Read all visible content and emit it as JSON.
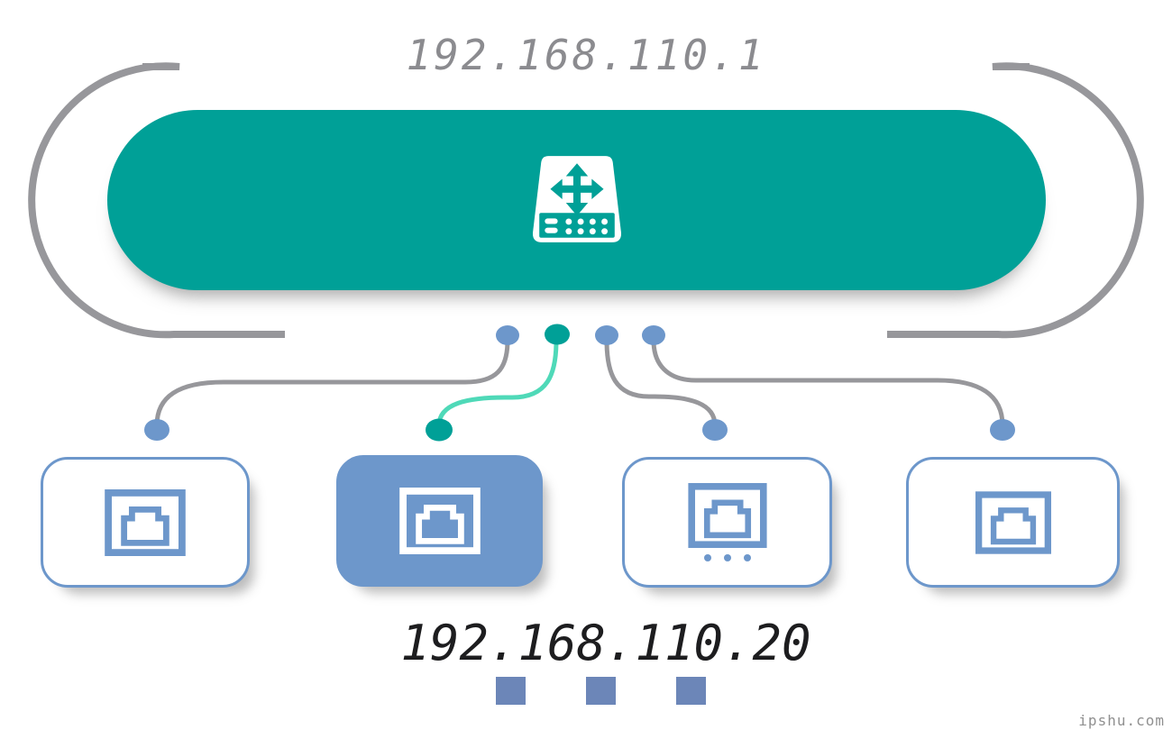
{
  "router": {
    "label": "192.168.110.1",
    "icon": "network-switch"
  },
  "client": {
    "label": "192.168.110.20"
  },
  "watermark": {
    "text": "ipshu.com"
  },
  "connections": [
    {
      "port": 1,
      "target": "device-1",
      "state": "idle",
      "line_color": "#97979b"
    },
    {
      "port": 2,
      "target": "device-2",
      "state": "active",
      "line_color": "#4fd9b8"
    },
    {
      "port": 3,
      "target": "device-3",
      "state": "idle",
      "line_color": "#97979b"
    },
    {
      "port": 4,
      "target": "device-4",
      "state": "idle",
      "line_color": "#97979b"
    }
  ],
  "devices": [
    {
      "id": 1,
      "icon": "ethernet-port",
      "highlighted": false
    },
    {
      "id": 2,
      "icon": "ethernet-port",
      "highlighted": true,
      "ip": "192.168.110.20"
    },
    {
      "id": 3,
      "icon": "ethernet-port",
      "highlighted": false,
      "ellipsis": true
    },
    {
      "id": 4,
      "icon": "ethernet-port",
      "highlighted": false
    }
  ],
  "colors": {
    "teal": "#00a097",
    "teal_light": "#4fd9b8",
    "blue": "#6d97cb",
    "blue_square": "#6c86b8",
    "line_gray": "#97979b",
    "title_gray": "#8b8b8f",
    "label_dark": "#1d1d1f",
    "watermark_gray": "#909090"
  }
}
